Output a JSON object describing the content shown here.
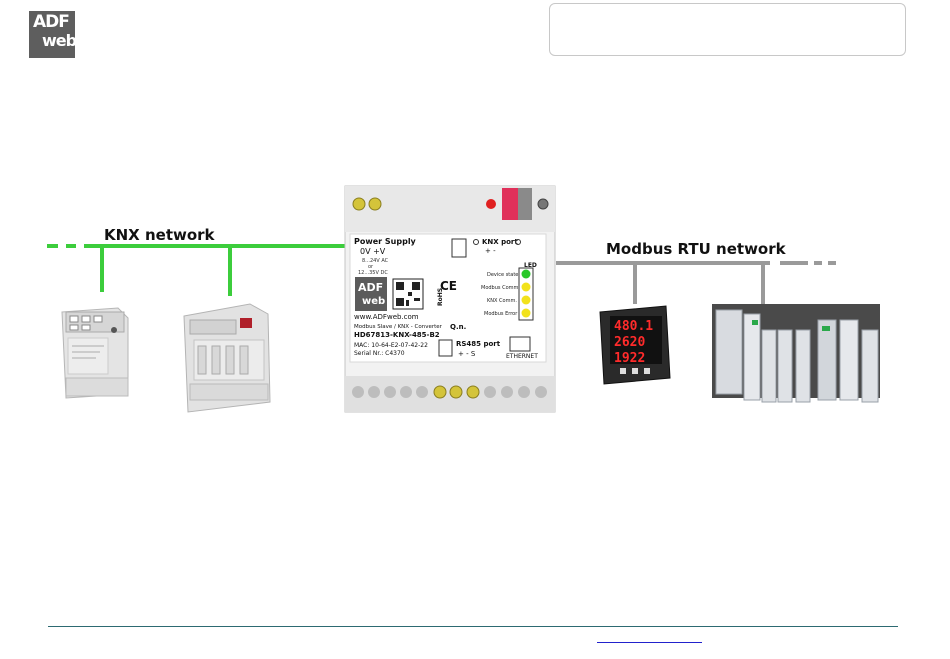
{
  "logo": {
    "line1": "ADF",
    "line2": "web"
  },
  "diagram": {
    "knx_label": "KNX network",
    "modbus_label": "Modbus RTU network",
    "device": {
      "power_supply": "Power Supply",
      "voltage_labels": "0V   +V",
      "voltage_ac": "8...24V AC",
      "voltage_or": "or",
      "voltage_dc": "12...35V DC",
      "knx_port": "KNX port",
      "knx_pins": "+    -",
      "led_title": "LED",
      "led_device_state": "Device state",
      "led_modbus_comm": "Modbus Comm.",
      "led_knx_comm": "KNX Comm.",
      "led_modbus_error": "Modbus Error",
      "website": "www.ADFweb.com",
      "subtitle": "Modbus Slave / KNX - Converter",
      "model": "HD67813-KNX-485-B2",
      "mac": "MAC: 10-64-E2-07-42-22",
      "serial": "Serial Nr.: C4370",
      "qn": "Q.n.",
      "rs485_port": "RS485 port",
      "rs485_pins": "+    -    S",
      "ethernet": "ETHERNET",
      "ce": "CE",
      "rohs": "RoHS",
      "brand_top": "ADF",
      "brand_bottom": "web"
    },
    "meter_display": [
      "480.1",
      "2620",
      "1922"
    ],
    "colors": {
      "green_bus": "#3ccd3c",
      "gray_bus": "#9a9a9a",
      "led_green": "#28c828",
      "led_yellow": "#f2e21c",
      "led_red": "#e02020",
      "meter_red": "#ff2b2b"
    }
  },
  "footer": {
    "link_text": ""
  }
}
